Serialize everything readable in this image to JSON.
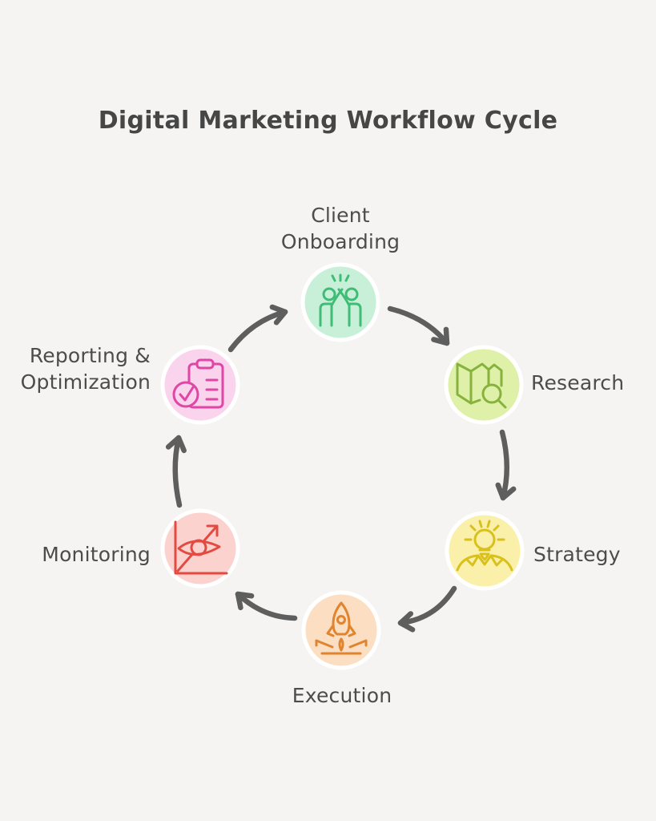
{
  "title": "Digital Marketing Workflow Cycle",
  "diagram": {
    "background": "#f5f4f2",
    "arrow_color": "#5e5e5e",
    "flow_order": [
      "client-onboarding",
      "research",
      "strategy",
      "execution",
      "monitoring",
      "reporting-optimization"
    ],
    "nodes": [
      {
        "id": "client-onboarding",
        "label": "Client\nOnboarding",
        "icon": "high-five-icon",
        "circle_fill": "#c8f0d8",
        "icon_color": "#3fbc76"
      },
      {
        "id": "research",
        "label": "Research",
        "icon": "map-search-icon",
        "circle_fill": "#dff0a8",
        "icon_color": "#87b23d"
      },
      {
        "id": "strategy",
        "label": "Strategy",
        "icon": "idea-person-icon",
        "circle_fill": "#faf0aa",
        "icon_color": "#d8c11c"
      },
      {
        "id": "execution",
        "label": "Execution",
        "icon": "rocket-launch-icon",
        "circle_fill": "#fcdfc2",
        "icon_color": "#e08430"
      },
      {
        "id": "monitoring",
        "label": "Monitoring",
        "icon": "eye-chart-icon",
        "circle_fill": "#fbd2ce",
        "icon_color": "#e34b42"
      },
      {
        "id": "reporting-optimization",
        "label": "Reporting &\nOptimization",
        "icon": "clipboard-check-icon",
        "circle_fill": "#f9d4ec",
        "icon_color": "#e046a6"
      }
    ]
  }
}
